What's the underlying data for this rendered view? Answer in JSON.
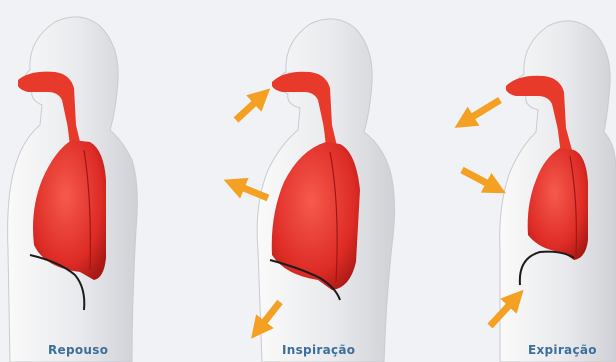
{
  "panels": [
    {
      "label": "Repouso"
    },
    {
      "label": "Inspiração"
    },
    {
      "label": "Expiração"
    }
  ],
  "colors": {
    "background": "#f1f2f5",
    "body": "#e6e7ea",
    "lung": "#e8312c",
    "airway": "#e83a2a",
    "arrow": "#f3a023",
    "diaphragm": "#1c1c1c",
    "label": "#3c6f9c"
  }
}
